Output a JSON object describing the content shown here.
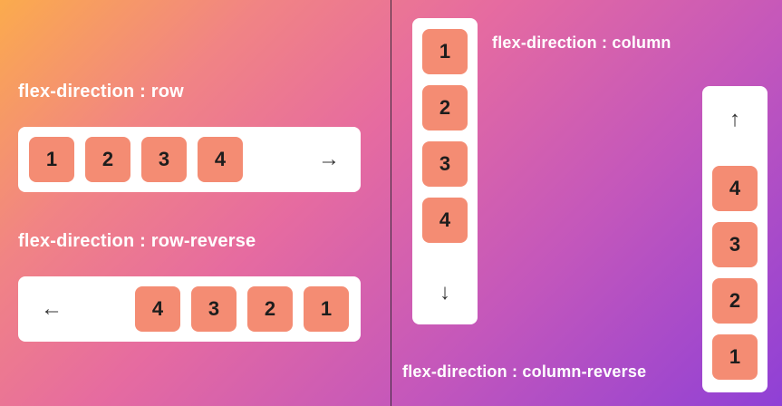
{
  "sections": {
    "row": {
      "label": "flex-direction : row",
      "items": [
        "1",
        "2",
        "3",
        "4"
      ],
      "arrow": "→"
    },
    "row_reverse": {
      "label": "flex-direction : row-reverse",
      "items": [
        "4",
        "3",
        "2",
        "1"
      ],
      "arrow": "←"
    },
    "column": {
      "label": "flex-direction : column",
      "items": [
        "1",
        "2",
        "3",
        "4"
      ],
      "arrow": "↓"
    },
    "column_reverse": {
      "label": "flex-direction : column-reverse",
      "items": [
        "4",
        "3",
        "2",
        "1"
      ],
      "arrow": "↑"
    }
  },
  "colors": {
    "box": "#f48c73",
    "panel": "#ffffff",
    "gradient": [
      "#fbab4d",
      "#e66ba0",
      "#8f40d6"
    ]
  }
}
